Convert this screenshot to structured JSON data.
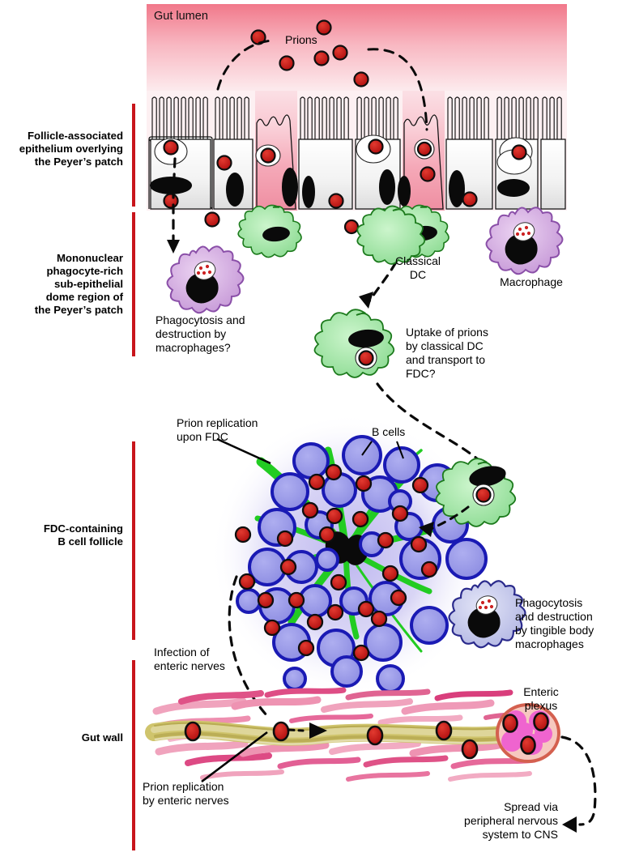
{
  "figure": {
    "title": "Prion neuroinvasion via the gut: Peyer's patch route",
    "type": "biological-pathway-diagram"
  },
  "region_labels": [
    {
      "id": "fae",
      "text": "Follicle-associated\nepithelium overlying\nthe Peyer’s patch"
    },
    {
      "id": "sed",
      "text": "Mononuclear\nphagocyte-rich\nsub-epithelial\ndome region of\nthe Peyer’s patch"
    },
    {
      "id": "fdc",
      "text": "FDC-containing\nB cell follicle"
    },
    {
      "id": "gutwall",
      "text": "Gut wall"
    }
  ],
  "annotations": {
    "gut_lumen": "Gut lumen",
    "prions": "Prions",
    "classical_dc": "Classical\nDC",
    "macrophage": "Macrophage",
    "phagocytosis_macrophages": "Phagocytosis and\ndestruction by\nmacrophages?",
    "uptake_dc": "Uptake of prions\nby classical DC\nand transport to\nFDC?",
    "prion_replication_fdc": "Prion replication\nupon FDC",
    "b_cells": "B cells",
    "tingible_macrophages": "Phagocytosis\nand destruction\nby tingible body\nmacrophages",
    "infection_enteric_nerves": "Infection of\nenteric nerves",
    "prion_replication_nerves": "Prion replication\nby enteric nerves",
    "enteric_plexus": "Enteric\nplexus",
    "spread_cns": "Spread via\nperipheral nervous\nsystem to CNS"
  },
  "colors": {
    "bracket_red": "#c8151b",
    "lumen_pink_top": "#f4838f",
    "lumen_pink_bottom": "#fdeef0",
    "prion_fill": "#cc1111",
    "prion_stroke": "#111111",
    "epithelium_fill": "#f2f2f2",
    "mcell_pink": "#f6a8b6",
    "dc_green": "#a8e8a8",
    "fdc_green": "#22cc22",
    "macrophage_purple": "#d4a9e0",
    "tingible_blue": "#c3c6ec",
    "bcell_fill": "#9a9ae8",
    "bcell_stroke": "#1a1ab4",
    "follicle_halo": "#c9c4f0",
    "muscle_pink": "#e8628f",
    "muscle_pink_light": "#f2a0bb",
    "nerve_khaki": "#ccc166",
    "plexus_magenta": "#e83ac8",
    "plexus_ring": "#d4604f"
  },
  "counts": {
    "lumen_prions": 7,
    "epithelial_columns": 12,
    "b_cells": 30,
    "follicle_prions": 28,
    "nerve_prions": 6,
    "plexus_prions": 3
  }
}
